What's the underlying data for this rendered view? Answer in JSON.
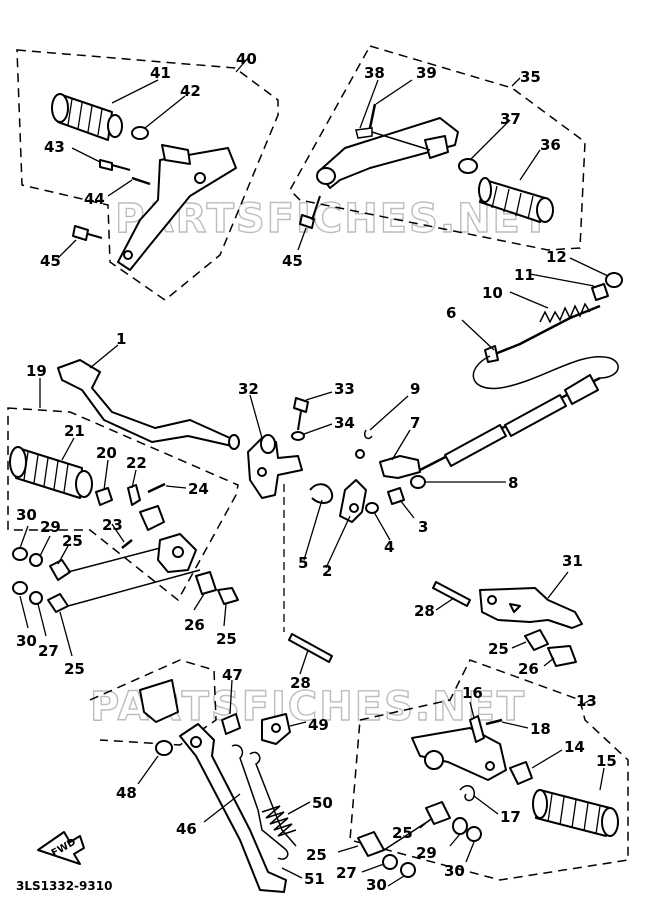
{
  "watermark": "PARTSFICHES.NET",
  "diagram_code": "3LS1332-9310",
  "fwd_label": "FWD",
  "callouts": {
    "c1": "1",
    "c2": "2",
    "c3": "3",
    "c4": "4",
    "c5": "5",
    "c6": "6",
    "c7": "7",
    "c8": "8",
    "c9": "9",
    "c10": "10",
    "c11": "11",
    "c12": "12",
    "c13": "13",
    "c14": "14",
    "c15": "15",
    "c16": "16",
    "c17": "17",
    "c18": "18",
    "c19": "19",
    "c20": "20",
    "c21": "21",
    "c22": "22",
    "c23": "23",
    "c24": "24",
    "c25a": "25",
    "c25b": "25",
    "c25c": "25",
    "c25d": "25",
    "c25e": "25",
    "c25f": "25",
    "c26a": "26",
    "c26b": "26",
    "c27a": "27",
    "c27b": "27",
    "c28a": "28",
    "c28b": "28",
    "c29a": "29",
    "c29b": "29",
    "c30a": "30",
    "c30b": "30",
    "c30c": "30",
    "c31": "31",
    "c32": "32",
    "c33": "33",
    "c34": "34",
    "c35": "35",
    "c36": "36",
    "c37": "37",
    "c38": "38",
    "c39": "39",
    "c40": "40",
    "c41": "41",
    "c42": "42",
    "c43": "43",
    "c44": "44",
    "c45a": "45",
    "c45b": "45",
    "c46": "46",
    "c47": "47",
    "c48": "48",
    "c49": "49",
    "c50": "50",
    "c51": "51"
  }
}
